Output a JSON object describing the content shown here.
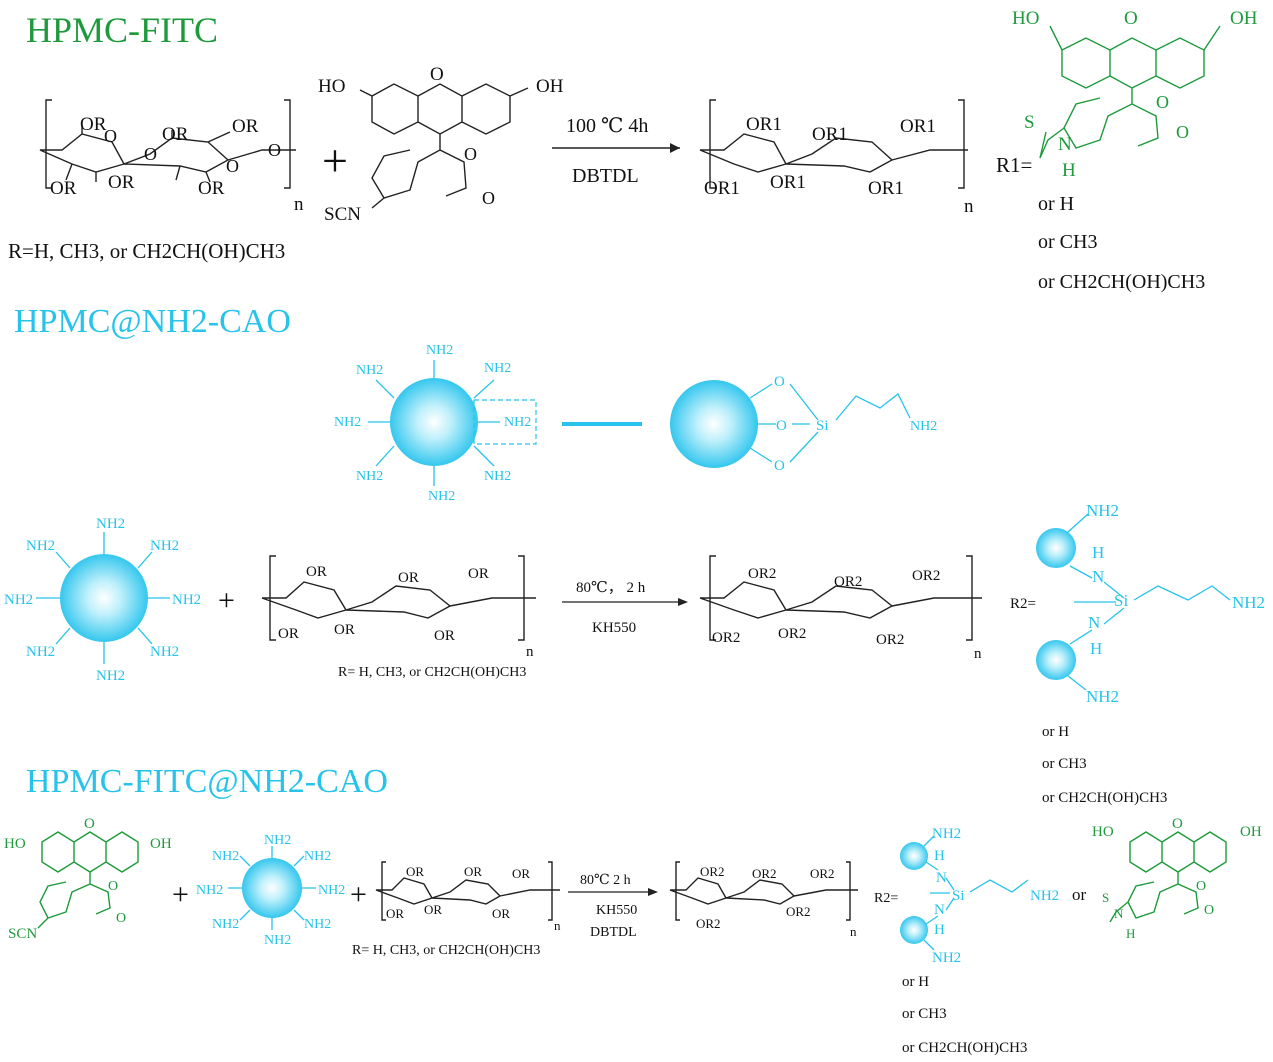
{
  "colors": {
    "fitc_green": "#1e9a3c",
    "cao_cyan": "#27c3ea",
    "ink": "#111111"
  },
  "sections": {
    "fitc": {
      "title": "HPMC-FITC",
      "hpmc": {
        "or": "OR",
        "n": "n",
        "r_def": "R=H, CH3, or CH2CH(OH)CH3"
      },
      "plus": "+",
      "fitc": {
        "ho": "HO",
        "oh": "OH",
        "o": "O",
        "scn": "SCN"
      },
      "arrow": {
        "above": "100 ℃ 4h",
        "below": "DBTDL"
      },
      "product": {
        "or1": "OR1",
        "n": "n",
        "r1": "R1=",
        "s": "S",
        "n_atom": "N",
        "h": "H"
      },
      "alternatives": [
        "or H",
        "or CH3",
        "or CH2CH(OH)CH3"
      ]
    },
    "cao": {
      "title": "HPMC@NH2-CAO",
      "nh2": "NH2",
      "o": "O",
      "si": "Si",
      "plus": "+",
      "hpmc": {
        "or": "OR",
        "n": "n",
        "r_def": "R= H, CH3, or CH2CH(OH)CH3"
      },
      "arrow": {
        "above": "80℃， 2 h",
        "below": "KH550"
      },
      "product": {
        "or2": "OR2",
        "n": "n",
        "r2": "R2=",
        "h": "H",
        "n_atom": "N",
        "si": "Si"
      },
      "alternatives": [
        "or H",
        "or CH3",
        "or CH2CH(OH)CH3"
      ]
    },
    "combo": {
      "title_a": "HPMC-FITC",
      "title_b": "@NH2-CAO",
      "fitc": {
        "ho": "HO",
        "oh": "OH",
        "o": "O",
        "scn": "SCN"
      },
      "plus": "+",
      "nh2": "NH2",
      "hpmc": {
        "or": "OR",
        "n": "n",
        "r_def": "R= H, CH3, or CH2CH(OH)CH3"
      },
      "arrow": {
        "above": "80℃    2 h",
        "middle": "KH550",
        "below": "DBTDL"
      },
      "product": {
        "or2": "OR2",
        "n": "n",
        "r2": "R2=",
        "or_word": "or",
        "s": "S",
        "n_atom": "N",
        "h": "H",
        "si": "Si"
      },
      "alternatives": [
        "or H",
        "or CH3",
        "or CH2CH(OH)CH3"
      ]
    }
  }
}
